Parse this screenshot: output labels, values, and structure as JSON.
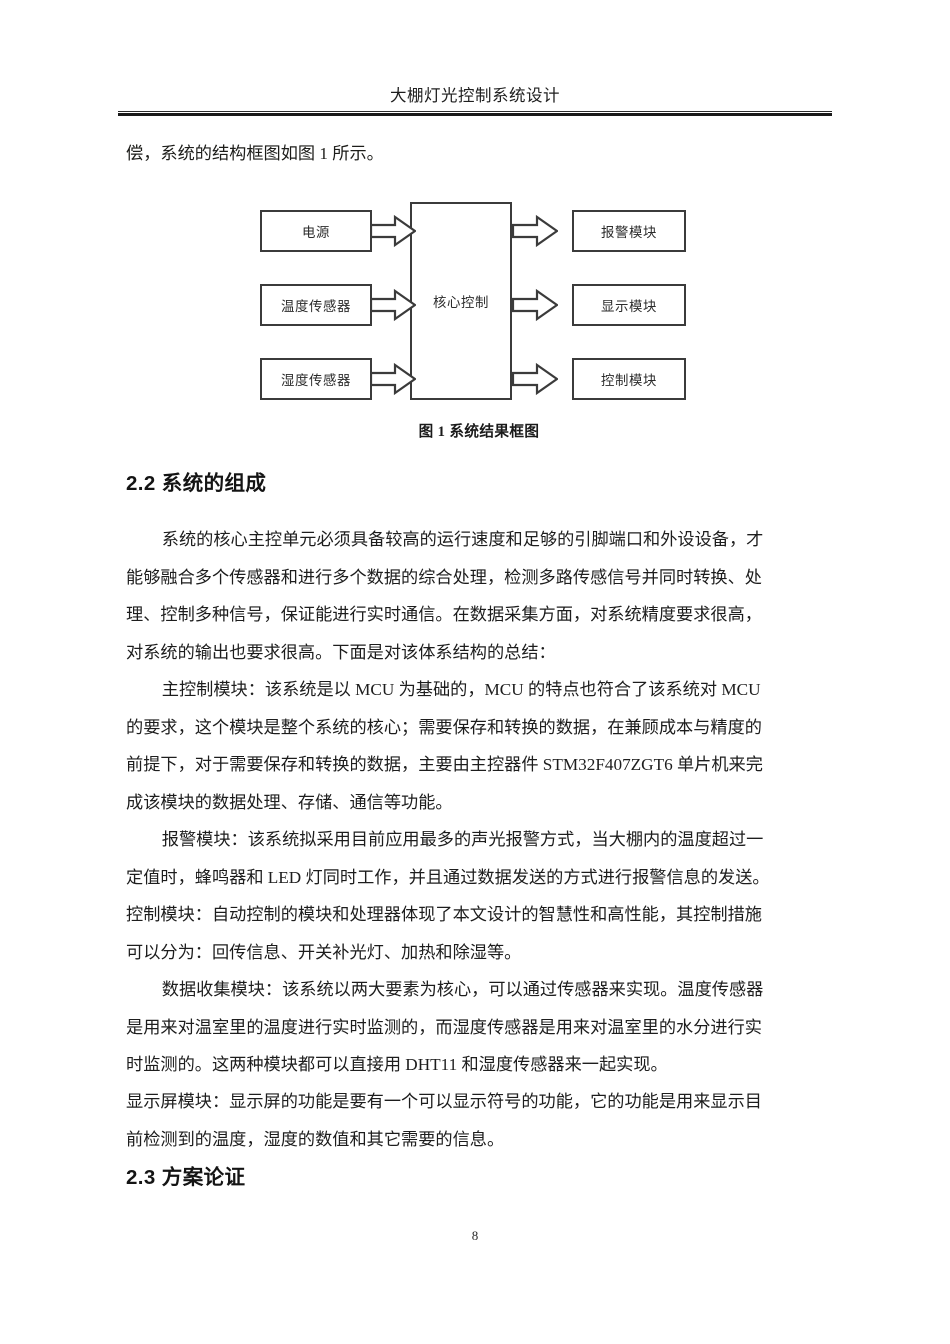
{
  "document": {
    "header_title": "大棚灯光控制系统设计",
    "page_number": "8",
    "lead_line": "偿，系统的结构框图如图 1 所示。"
  },
  "figure": {
    "caption": "图 1 系统结果框图",
    "left_blocks": [
      {
        "label": "电源",
        "name": "power-block"
      },
      {
        "label": "温度传感器",
        "name": "temperature-sensor-block"
      },
      {
        "label": "湿度传感器",
        "name": "humidity-sensor-block"
      }
    ],
    "core_block": {
      "label": "核心控制",
      "name": "core-control-block"
    },
    "right_blocks": [
      {
        "label": "报警模块",
        "name": "alarm-module-block"
      },
      {
        "label": "显示模块",
        "name": "display-module-block"
      },
      {
        "label": "控制模块",
        "name": "control-module-block"
      }
    ],
    "arrow_color": "#3b3b3b",
    "block_border_color": "#3b3b3b"
  },
  "sections": {
    "s22": {
      "heading": "2.2 系统的组成",
      "paragraphs": {
        "p1": {
          "lines": [
            "系统的核心主控单元必须具备较高的运行速度和足够的引脚端口和外设设备，才",
            "能够融合多个传感器和进行多个数据的综合处理，检测多路传感信号并同时转换、处",
            "理、控制多种信号，保证能进行实时通信。在数据采集方面，对系统精度要求很高，",
            "对系统的输出也要求很高。下面是对该体系结构的总结："
          ]
        },
        "p2": {
          "lines": [
            "主控制模块：该系统是以 MCU 为基础的，MCU 的特点也符合了该系统对 MCU",
            "的要求，这个模块是整个系统的核心；需要保存和转换的数据，在兼顾成本与精度的",
            "前提下，对于需要保存和转换的数据，主要由主控器件 STM32F407ZGT6 单片机来完",
            "成该模块的数据处理、存储、通信等功能。"
          ]
        },
        "p3": {
          "lines": [
            "报警模块：该系统拟采用目前应用最多的声光报警方式，当大棚内的温度超过一",
            "定值时，蜂鸣器和 LED 灯同时工作，并且通过数据发送的方式进行报警信息的发送。",
            "控制模块：自动控制的模块和处理器体现了本文设计的智慧性和高性能，其控制措施",
            "可以分为：回传信息、开关补光灯、加热和除湿等。"
          ]
        },
        "p4": {
          "lines": [
            "数据收集模块：该系统以两大要素为核心，可以通过传感器来实现。温度传感器",
            "是用来对温室里的温度进行实时监测的，而湿度传感器是用来对温室里的水分进行实",
            "时监测的。这两种模块都可以直接用 DHT11 和湿度传感器来一起实现。"
          ]
        },
        "p5": {
          "lines": [
            "显示屏模块：显示屏的功能是要有一个可以显示符号的功能，它的功能是用来显示目",
            "前检测到的温度，湿度的数值和其它需要的信息。"
          ]
        }
      }
    },
    "s23": {
      "heading": "2.3 方案论证"
    }
  }
}
